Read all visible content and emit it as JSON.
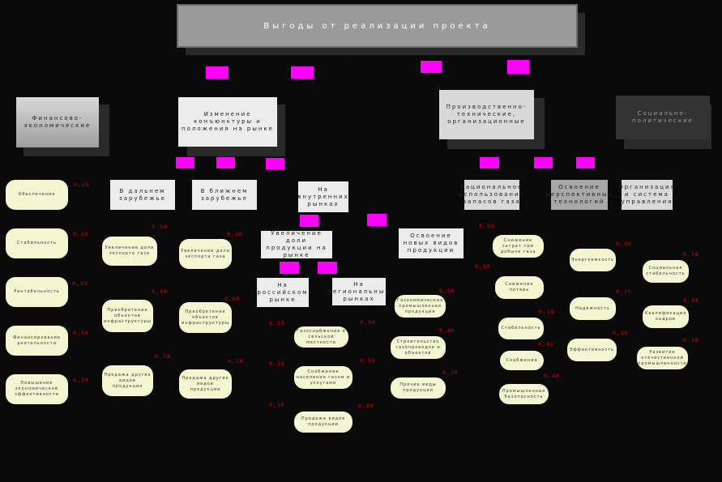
{
  "title": "Выгоды от реализации проекта",
  "categories": {
    "financial": "Финансово-экономические",
    "market": "Изменение конъюнктуры и положения на рынке",
    "production": "Производственно-технические, организационные",
    "social": "Социально-политические"
  },
  "market_sub": {
    "near_abroad": "В дальнем зарубежье",
    "far_abroad": "В ближнем зарубежье",
    "domestic": "На внутренних рынках",
    "price_increase": "Увеличение доли продукции на рынке",
    "russian": "На российском рынке",
    "regional": "На региональных рынках",
    "new_products": "Освоение новых видов продукции"
  },
  "production_sub": {
    "resources": "Рациональное использование запасов газа",
    "renewal": "Освоение перспективных технологий",
    "management": "Организация и система управления"
  },
  "col1_items": [
    "Обеспечение",
    "Стабильность",
    "Рентабельность",
    "Финансирование деятельности",
    "Повышение экономической эффективности"
  ],
  "col1_values": [
    "0,25",
    "0,30",
    "0,35",
    "0,10",
    "0,10"
  ],
  "col2_items": [
    "Увеличение доли экспорта газа",
    "Приобретение объектов инфраструктуры",
    "Продажа других видов продукции"
  ],
  "col2_values": [
    "0,50",
    "0,40",
    "0,10"
  ],
  "col3_items": [
    "Увеличение доли экспорта газа",
    "Приобретение объектов инфраструктуры",
    "Продажа других видов продукции"
  ],
  "col3_values": [
    "0,30",
    "0,60",
    "0,10"
  ],
  "col4_items": [
    "Газоснабжение в сельской местности",
    "Снабжение населения газом и услугами",
    "Продажа видов продукции"
  ],
  "col4_values": [
    "0,30",
    "0,30",
    "0,40"
  ],
  "col4_left_values": [
    "0,55",
    "0,35",
    "0,10"
  ],
  "col5_items": [
    "Газохимическая промышленная продукция",
    "Строительство газопроводов и объектов",
    "Прочие виды продукции"
  ],
  "col5_values": [
    "0,50",
    "0,40",
    "0,10"
  ],
  "col6_items": [
    "Снижение затрат при добыче газа",
    "Снижение потерь",
    "Стабильность",
    "Снабжение",
    "Промышленная безопасность"
  ],
  "col6_values": [
    "0,50",
    "0,15",
    "0,45",
    "0,40"
  ],
  "col6_left_value": "0,50",
  "col7_items": [
    "Энергоемкость",
    "Надежность",
    "Эффективность"
  ],
  "col7_values": [
    "0,40",
    "0,25",
    "0,35"
  ],
  "col8_items": [
    "Социальная стабильность",
    "Квалификация кадров",
    "Развитие отечественной промышленности"
  ],
  "col8_values": [
    "0,30",
    "0,40",
    "0,30"
  ]
}
